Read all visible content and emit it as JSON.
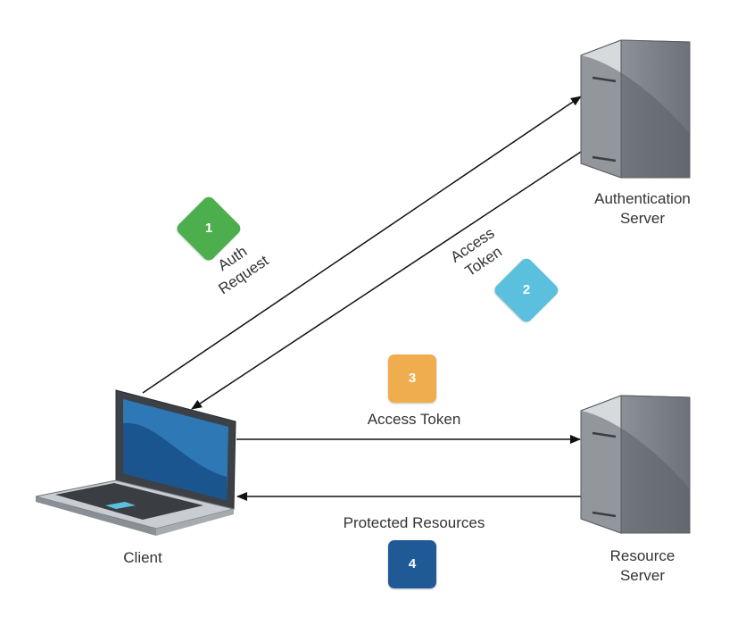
{
  "nodes": {
    "client": {
      "label": "Client"
    },
    "auth_server": {
      "label_line1": "Authentication",
      "label_line2": "Server"
    },
    "resource_server": {
      "label_line1": "Resource",
      "label_line2": "Server"
    }
  },
  "steps": [
    {
      "number": "1",
      "label_line1": "Auth",
      "label_line2": "Request",
      "color": "#4cae4c"
    },
    {
      "number": "2",
      "label_line1": "Access",
      "label_line2": "Token",
      "color": "#5bc0de"
    },
    {
      "number": "3",
      "label": "Access Token",
      "color": "#f0ad4e"
    },
    {
      "number": "4",
      "label": "Protected Resources",
      "color": "#1f5a96"
    }
  ],
  "icons": {
    "client": "laptop-icon",
    "auth_server": "server-icon",
    "resource_server": "server-icon"
  }
}
